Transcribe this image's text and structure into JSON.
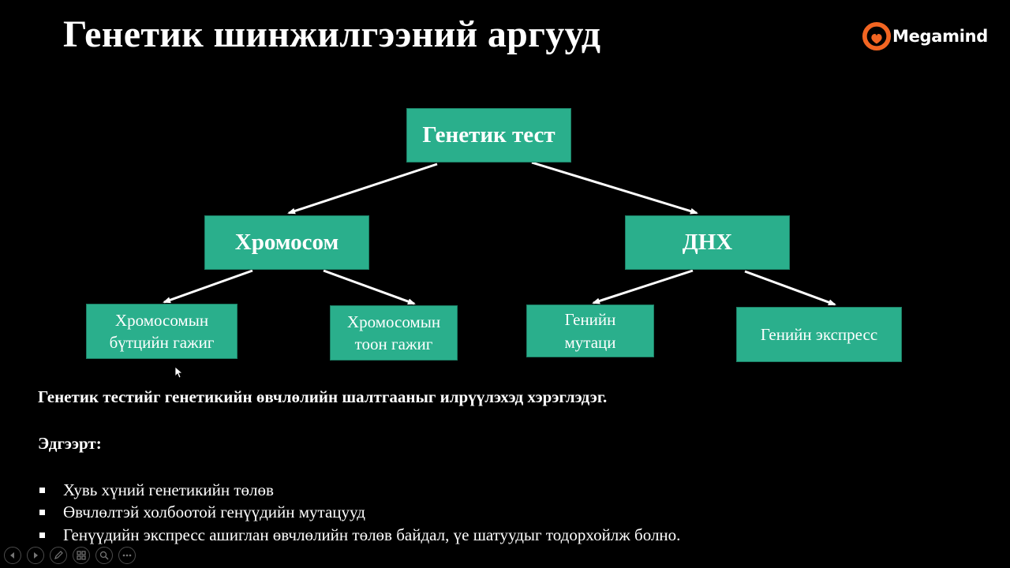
{
  "slide": {
    "title": "Генетик шинжилгээний аргууд"
  },
  "logo": {
    "text": "Megamind",
    "accent_color": "#f26522"
  },
  "diagram": {
    "root": "Генетик тест",
    "branches": [
      {
        "label": "Хромосом",
        "children": [
          "Хромосомын\nбүтцийн гажиг",
          "Хромосомын\nтоон гажиг"
        ]
      },
      {
        "label": "ДНХ",
        "children": [
          "Генийн\nмутаци",
          "Генийн экспресс"
        ]
      }
    ],
    "node_color": "#2aaf8c",
    "arrow_color": "#ffffff"
  },
  "text": {
    "summary": "Генетик тестийг генетикийн өвчлөлийн шалтгааныг илрүүлэхэд хэрэглэдэг.",
    "subheading": "Эдгээрт:",
    "bullets": [
      "Хувь хүний генетикийн төлөв",
      "Өвчлөлтэй холбоотой генүүдийн мутацууд",
      "Генүүдийн экспресс ашиглан өвчлөлийн төлөв байдал, үе шатуудыг тодорхойлж болно."
    ]
  },
  "controls": {
    "icons": [
      "previous-icon",
      "next-icon",
      "pen-icon",
      "slides-icon",
      "zoom-icon",
      "more-icon"
    ]
  }
}
